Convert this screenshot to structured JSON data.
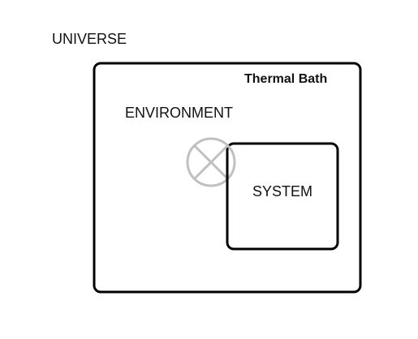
{
  "labels": {
    "universe": "UNIVERSE",
    "environment": "ENVIRONMENT",
    "system": "SYSTEM",
    "thermal_bath": "Thermal Bath"
  },
  "colors": {
    "outline": "#000000",
    "crossed_circle": "#c0c0c0",
    "background": "#ffffff"
  },
  "icons": {
    "boundary_marker": "crossed-circle-icon"
  }
}
